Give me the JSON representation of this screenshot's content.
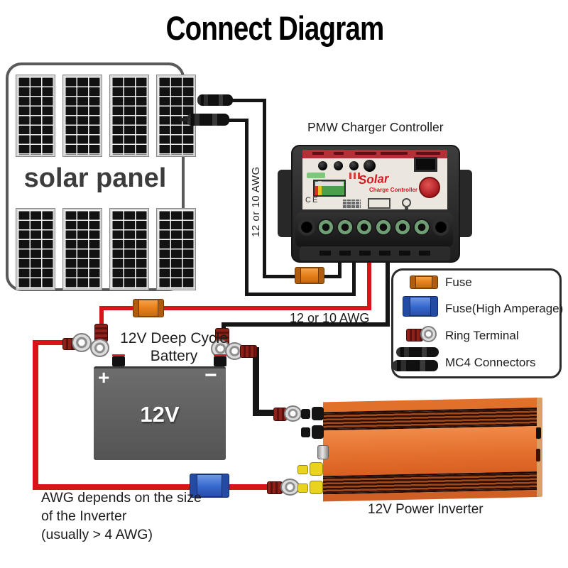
{
  "title": "Connect Diagram",
  "solar_panel": {
    "label": "solar panel"
  },
  "controller": {
    "label": "PMW Charger Controller",
    "brand": "Solar",
    "brand_sub": "Charge Controller",
    "ce_mark": "CE"
  },
  "battery": {
    "label_line1": "12V Deep Cycle",
    "label_line2": "Battery",
    "voltage": "12V",
    "plus_sign": "+",
    "minus_sign": "−"
  },
  "inverter": {
    "label": "12V Power Inverter"
  },
  "wire_labels": {
    "solar_to_controller": "12 or 10 AWG",
    "controller_to_battery": "12 or 10 AWG"
  },
  "note": {
    "line1": "AWG depends on the size",
    "line2": "of the Inverter",
    "line3": "(usually > 4 AWG)"
  },
  "legend": {
    "items": [
      {
        "icon": "fuse-icon",
        "label": "Fuse"
      },
      {
        "icon": "fuse-high-amperage-icon",
        "label": "Fuse(High Amperage)"
      },
      {
        "icon": "ring-terminal-icon",
        "label": "Ring Terminal"
      },
      {
        "icon": "mc4-connectors-icon",
        "label": "MC4 Connectors"
      }
    ]
  },
  "colors": {
    "wire_positive": "#d91418",
    "wire_negative": "#151515",
    "fuse_orange": "#e8821e",
    "fuse_blue": "#3567cc",
    "inverter_orange": "#e8742c",
    "battery_gray": "#5e5e5e",
    "controller_accent_red": "#b52f38"
  }
}
